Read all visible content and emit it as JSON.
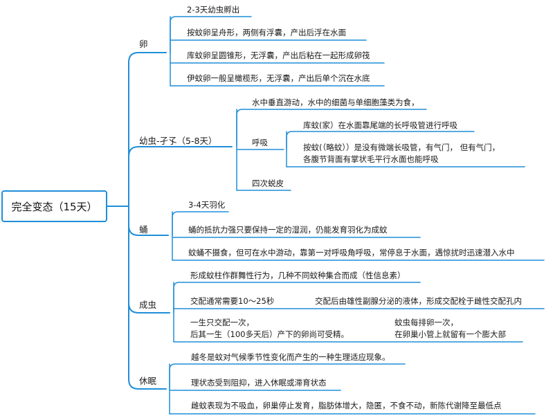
{
  "root": "完全变态（15天）",
  "branches": {
    "egg": {
      "label": "卵",
      "items": [
        "2-3天幼虫孵出",
        "按蚊卵呈舟形，两侧有浮囊，产出后浮在水面",
        "库蚊卵呈圆锥形，无浮囊，产出后粘在一起形成卵筏",
        "伊蚊卵一般呈橄榄形，无浮囊，产出后单个沉在水底"
      ]
    },
    "larva": {
      "label": "幼虫-孑孓（5-8天）",
      "feeding": "水中垂直游动，水中的细菌与单细胞藻类为食，",
      "breathing": {
        "label": "呼吸",
        "items": [
          "库蚊(家）在水面靠尾端的长呼吸管进行呼吸",
          "按蚊(（略蚊））是没有微端长吸管，有气门， 但有气门，",
          "各腹节背面有掌状毛平行水面也能呼吸"
        ]
      },
      "molting": "四次蜕皮"
    },
    "pupa": {
      "label": "蛹",
      "items": [
        "3-4天羽化",
        "蛹的抵抗力强只要保持一定的湿润，仍能发育羽化为成蚊",
        "蚊蛹不摄食，但可在水中游动，靠第一对呼吸角呼吸，常停息于水面，遇惊扰时迅速潜入水中"
      ]
    },
    "adult": {
      "label": "成虫",
      "swarm": "形成蚊柱作群舞性行为，几种不同蚊种集合而成（性信息素）",
      "mating_time": "交配通常需要10～25秒",
      "mating_plug": "交配后由雄性副腺分泌的液体，形成交配栓于雌性交配孔内",
      "once_line1": "一生只交配一次，",
      "once_line2": "后其一生（100多天后）产下的卵尚可受精。",
      "eggs_line1": "蚊虫每排卵一次，",
      "eggs_line2": "在卵巢小管上就留有一个膨大部"
    },
    "dormancy": {
      "label": "休眠",
      "items": [
        "越冬是蚊对气候季节性变化而产生的一种生理适应现象。",
        "理状态受到阻抑，进入休眠或滞育状态",
        "雌蚊表现为不吸血，卵巢停止发育，脂肪体增大，隐匿，不食不动，新陈代谢降至最低点"
      ]
    }
  },
  "colors": {
    "accent": "#1f8ed8",
    "text": "#1a1a1a"
  }
}
